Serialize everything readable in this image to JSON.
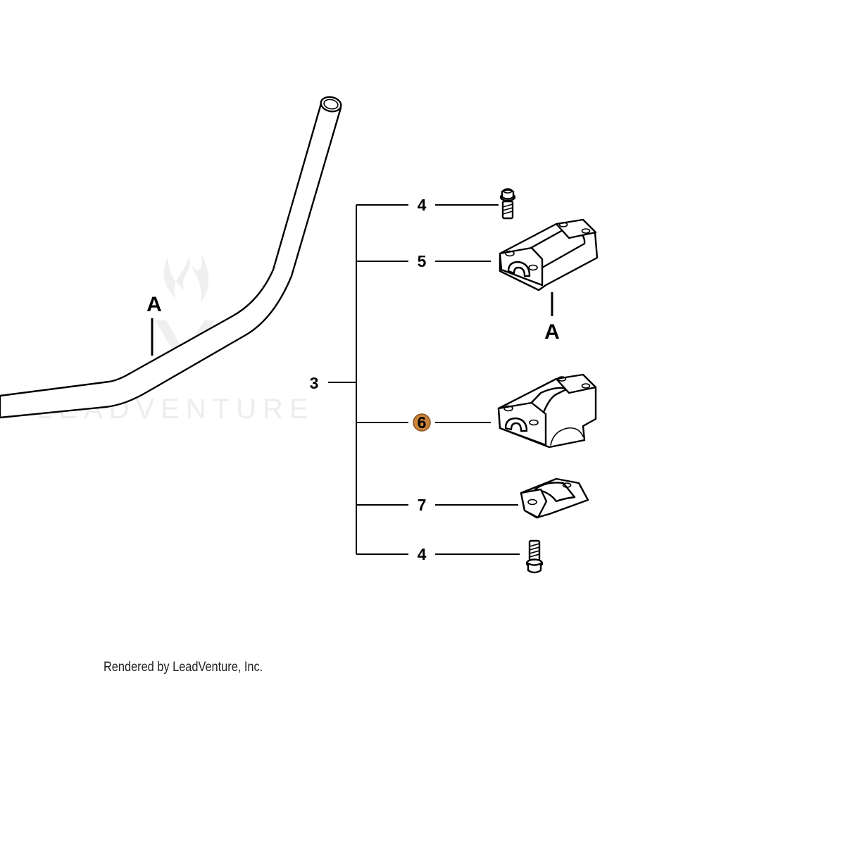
{
  "watermark": {
    "text": "LEADVENTURE",
    "color": "#ededed"
  },
  "credit": "Rendered by LeadVenture, Inc.",
  "reference_label": "A",
  "assembly": {
    "number": "3",
    "callouts": [
      {
        "id": "bolt-upper",
        "label": "4",
        "part": "flange-bolt"
      },
      {
        "id": "upper-clamp",
        "label": "5",
        "part": "handlebar-upper-clamp"
      },
      {
        "id": "lower-holder",
        "label": "6",
        "part": "handlebar-lower-holder",
        "highlighted": true
      },
      {
        "id": "lower-clamp",
        "label": "7",
        "part": "handlebar-lower-clamp"
      },
      {
        "id": "bolt-lower",
        "label": "4",
        "part": "flange-bolt"
      }
    ]
  },
  "highlight_color": "#c8823a"
}
